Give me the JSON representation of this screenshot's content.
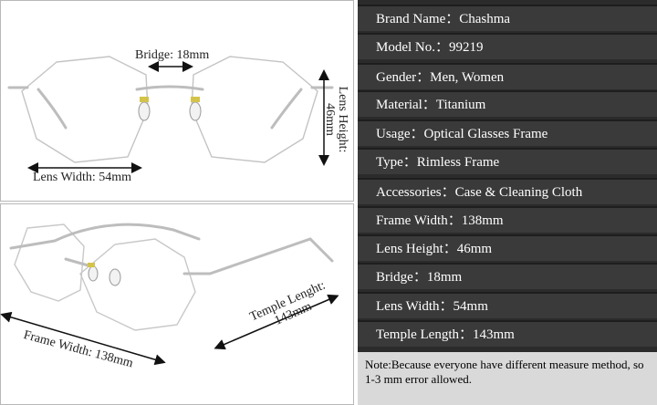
{
  "dimensions": {
    "bridge": "Bridge: 18mm",
    "lens_width": "Lens Width: 54mm",
    "lens_height": "Lens Height: 46mm",
    "frame_width": "Frame Width: 138mm",
    "temple_length": "Temple Lenght: 143mm"
  },
  "specs": [
    {
      "label": "Brand Name：",
      "value": "Chashma"
    },
    {
      "label": "Model No.：",
      "value": "99219"
    },
    {
      "label": "Gender：",
      "value": "Men, Women"
    },
    {
      "label": "Material：",
      "value": "Titanium"
    },
    {
      "label": "Usage：",
      "value": "Optical Glasses Frame"
    },
    {
      "label": "Type：",
      "value": "Rimless Frame"
    },
    {
      "label": "Accessories：",
      "value": "Case & Cleaning Cloth"
    },
    {
      "label": "Frame Width：",
      "value": "138mm"
    },
    {
      "label": "Lens Height：",
      "value": "46mm"
    },
    {
      "label": "Bridge：",
      "value": "18mm"
    },
    {
      "label": "Lens Width：",
      "value": "54mm"
    },
    {
      "label": "Temple Length：",
      "value": "143mm"
    }
  ],
  "note": "Note:Because everyone have different measure method, so 1-3 mm error allowed.",
  "colors": {
    "row_bg": "#3a3a3a",
    "panel_bg": "#2b2b2b",
    "note_bg": "#d9d9d9",
    "frame_metal": "#c8c8c8"
  }
}
